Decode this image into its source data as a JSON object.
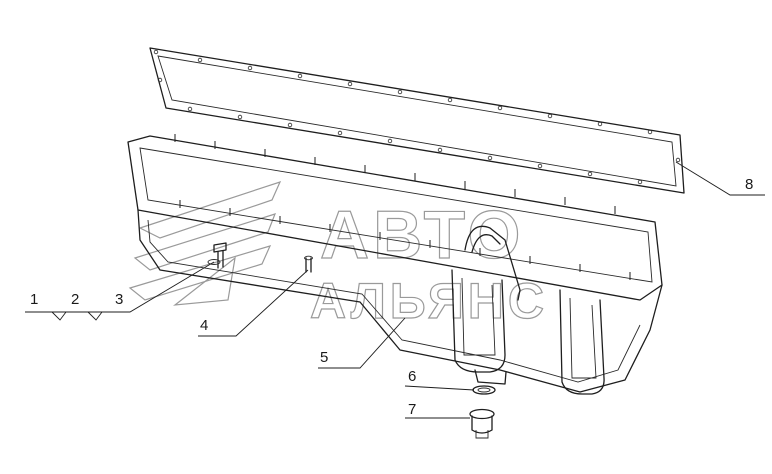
{
  "watermark": {
    "line1": "АВТО",
    "line2": "АЛЬЯНС"
  },
  "callouts": {
    "c1": "1",
    "c2": "2",
    "c3": "3",
    "c4": "4",
    "c5": "5",
    "c6": "6",
    "c7": "7",
    "c8": "8"
  },
  "colors": {
    "ink": "#1e1e1e",
    "watermark": "#9a9a9a",
    "background": "#ffffff"
  }
}
